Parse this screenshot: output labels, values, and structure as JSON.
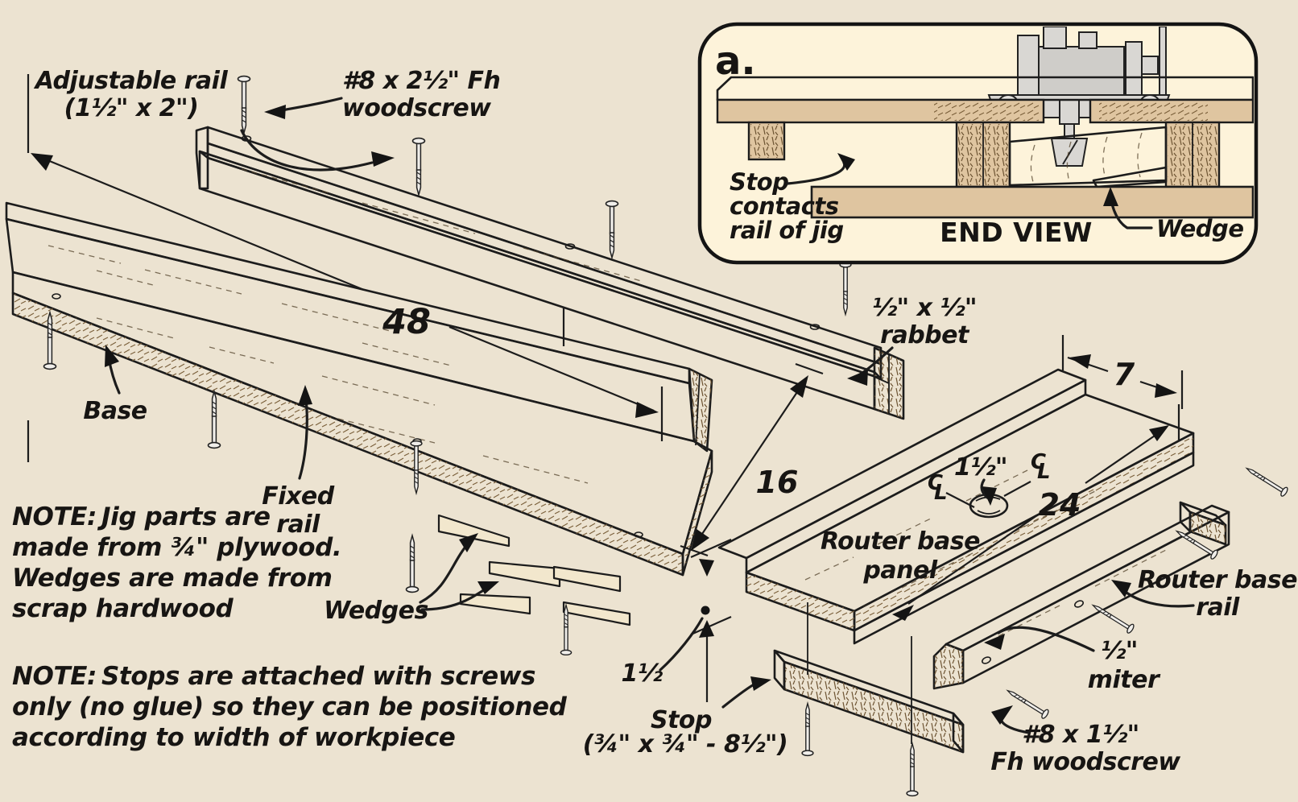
{
  "labels": {
    "adjustable_rail_1": "Adjustable rail",
    "adjustable_rail_2": "(1½\" x 2\")",
    "top_screw_1": "#8 x 2½\" Fh",
    "top_screw_2": "woodscrew",
    "base": "Base",
    "fixed_rail_1": "Fixed",
    "fixed_rail_2": "rail",
    "wedges": "Wedges",
    "rabbet_1": "½\" x ½\"",
    "rabbet_2": "rabbet",
    "hole_diameter": "1½\"",
    "gap_dim": "1½",
    "panel_1": "Router base",
    "panel_2": "panel",
    "rail_label_1": "Router base",
    "rail_label_2": "rail",
    "miter_1": "½\"",
    "miter_2": "miter",
    "bottom_screw_1": "#8 x 1½\"",
    "bottom_screw_2": "Fh woodscrew",
    "stop_1": "Stop",
    "stop_2": "(¾\" x ¾\" - 8½\")",
    "centerline_c": "C",
    "centerline_l": "L"
  },
  "dims": {
    "length": "48",
    "width": "16",
    "panel_width": "7",
    "panel_length": "24"
  },
  "notes": {
    "plywood": {
      "tag": "NOTE:",
      "line1": "Jig parts are",
      "line2": "made from ¾\"  plywood.",
      "line3": "Wedges are made from",
      "line4": "scrap hardwood"
    },
    "stops": {
      "tag": "NOTE:",
      "line1": "Stops are attached with screws",
      "line2": "only (no glue) so they can be positioned",
      "line3": "according to width of workpiece"
    }
  },
  "inset": {
    "tag": "a.",
    "title": "END VIEW",
    "wedge": "Wedge",
    "stop_1": "Stop",
    "stop_2": "contacts",
    "stop_3": "rail of jig"
  },
  "colors": {
    "background": "#ece3d1",
    "inset_background": "#fdf3da",
    "wood_face": "#dfc5a0",
    "wood_top": "#e9d6b6",
    "wood_light": "#f2e7cd",
    "workpiece": "#d2b183",
    "metal": "#d9d7d3",
    "ink": "#1c1c1c"
  }
}
